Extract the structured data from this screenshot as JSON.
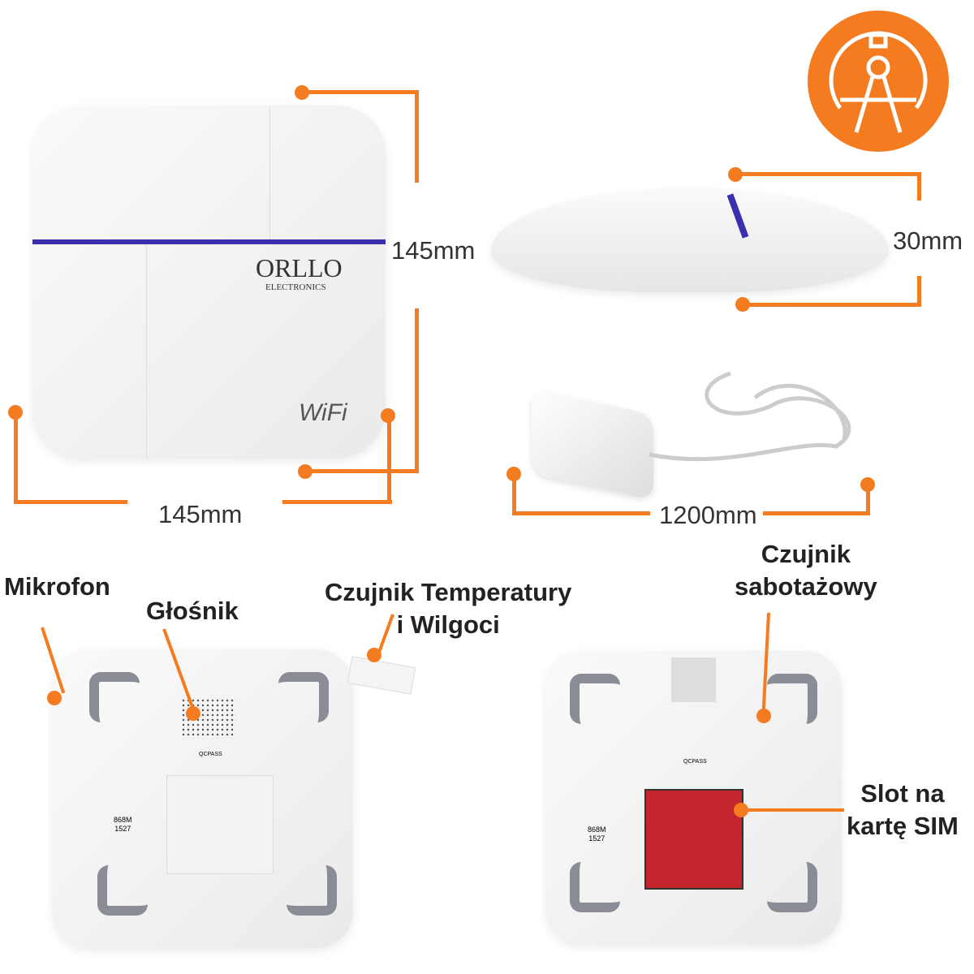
{
  "colors": {
    "accent": "#f47b20",
    "led": "#3b2fb0"
  },
  "icon": "compass-measure-icon",
  "front": {
    "brand": "ORLLO",
    "brand_sub": "ELECTRONICS",
    "wifi": "WiFi",
    "height": "145mm",
    "width": "145mm"
  },
  "side": {
    "depth": "30mm"
  },
  "adapter": {
    "cable": "1200mm"
  },
  "back_left": {
    "mic": "Mikrofon",
    "speaker": "Głośnik",
    "sensor_line1": "Czujnik Temperatury",
    "sensor_line2": "i Wilgoci",
    "freq_line1": "868M",
    "freq_line2": "1527",
    "qc": "QCPASS"
  },
  "back_right": {
    "tamper_line1": "Czujnik",
    "tamper_line2": "sabotażowy",
    "sim_line1": "Slot na",
    "sim_line2": "kartę SIM",
    "freq_line1": "868M",
    "freq_line2": "1527",
    "qc": "QCPASS"
  }
}
